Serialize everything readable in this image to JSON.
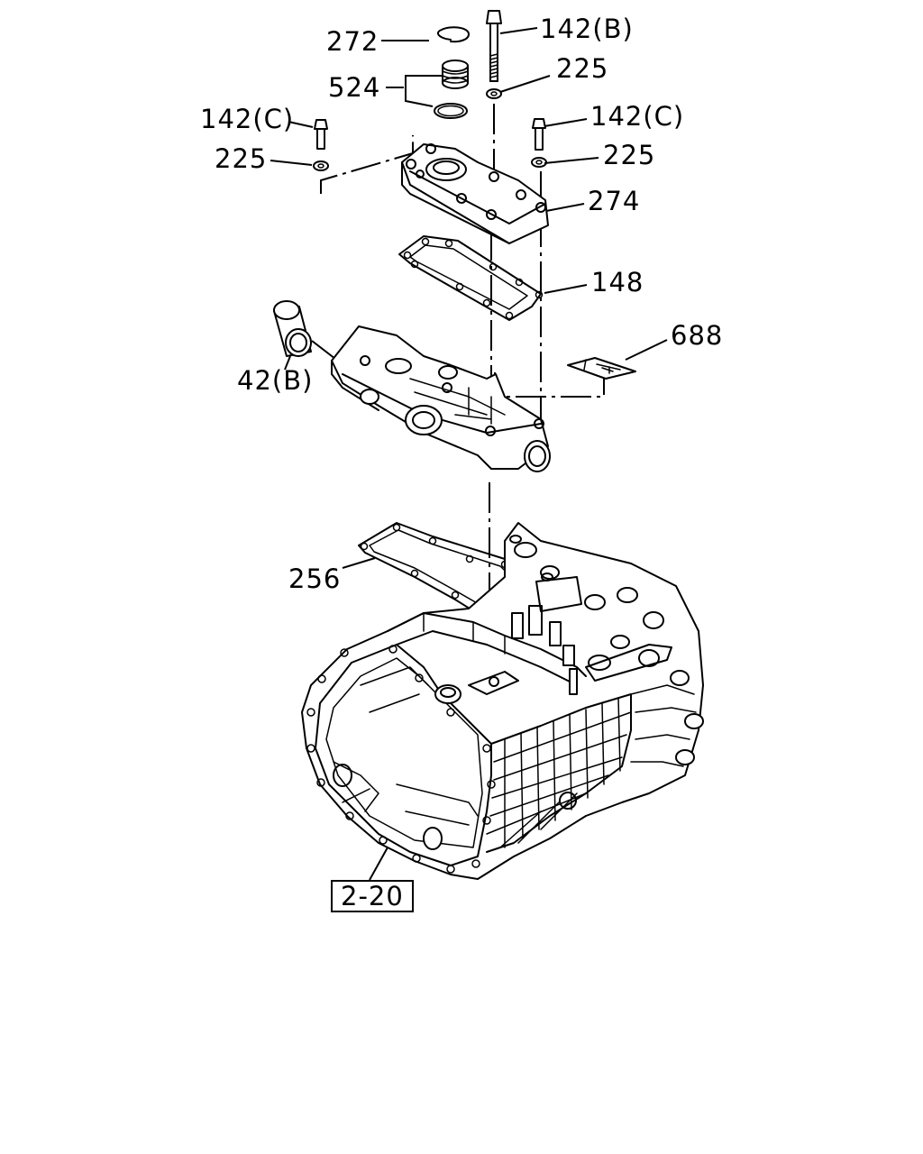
{
  "diagram": {
    "labels": {
      "l272": "272",
      "l142b": "142(B)",
      "l524": "524",
      "l225_top": "225",
      "l142c_left": "142(C)",
      "l142c_right": "142(C)",
      "l225_left": "225",
      "l225_right": "225",
      "l274": "274",
      "l148": "148",
      "l688": "688",
      "l42b": "42(B)",
      "l256": "256",
      "ref_box": "2-20"
    }
  }
}
